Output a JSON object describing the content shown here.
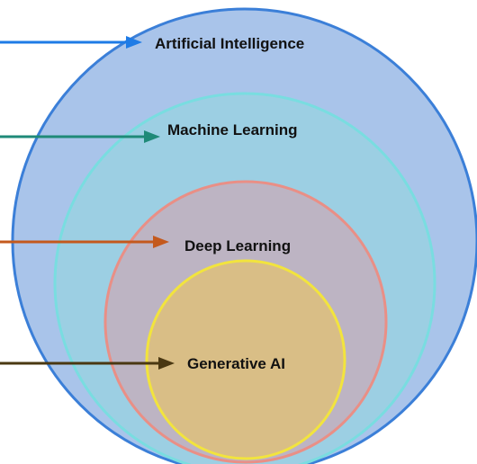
{
  "diagram": {
    "layers": [
      {
        "label": "Artificial Intelligence",
        "fill": "#A9C4EA",
        "stroke": "#3B7FD8",
        "arrow": "#1E7BE6"
      },
      {
        "label": "Machine Learning",
        "fill": "#9CCFE3",
        "stroke": "#79DDE0",
        "arrow": "#1F8A78"
      },
      {
        "label": "Deep Learning",
        "fill": "#BDB4C3",
        "stroke": "#E98F86",
        "arrow": "#C4591D"
      },
      {
        "label": "Generative AI",
        "fill": "#D9BE86",
        "stroke": "#F2E43D",
        "arrow": "#4A3812"
      }
    ]
  }
}
